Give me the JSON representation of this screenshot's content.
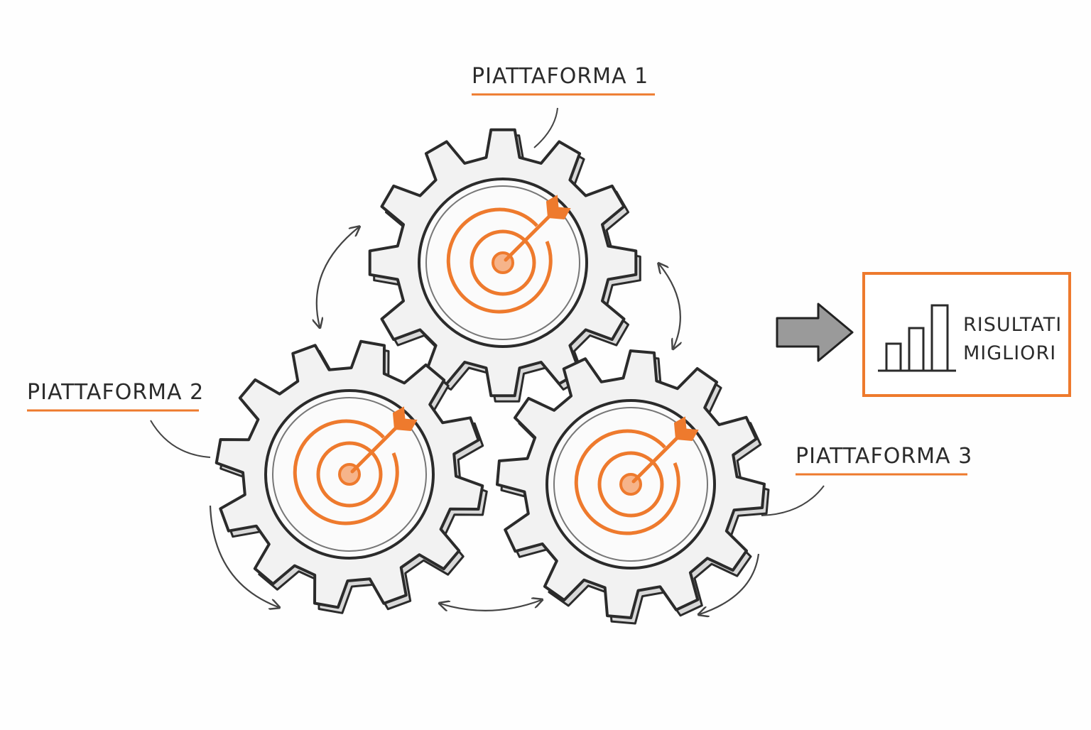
{
  "platforms": [
    {
      "id": "p1",
      "label": "PIATTAFORMA 1"
    },
    {
      "id": "p2",
      "label": "PIATTAFORMA 2"
    },
    {
      "id": "p3",
      "label": "PIATTAFORMA 3"
    }
  ],
  "result": {
    "line1": "RISULTATI",
    "line2": "MIGLIORI"
  },
  "colors": {
    "accent": "#ee7a2d",
    "ink": "#2b2b2b",
    "gear_fill": "#f2f2f2"
  },
  "icons": [
    "gear-icon",
    "target-arrow-icon",
    "cycle-arrow-icon",
    "right-arrow-icon",
    "bar-chart-icon"
  ]
}
